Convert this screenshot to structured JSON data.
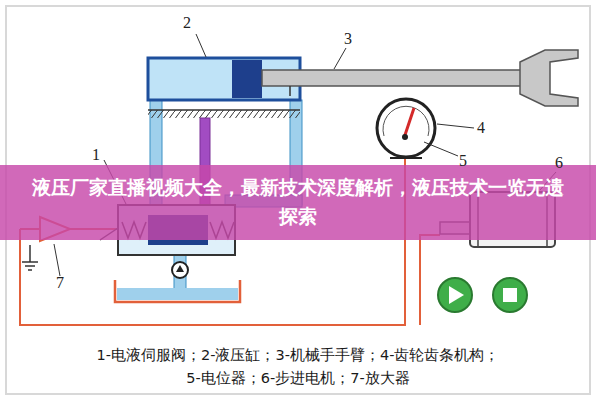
{
  "diagram": {
    "nodes": [
      {
        "text": [
          "液压厂家直播视频大全，最新技术深度解析，液压技术一览无遗探索"
        ]
      }
    ],
    "labels": [
      "1",
      "2",
      "3",
      "4",
      "5",
      "6",
      "7",
      "1-电液伺服阀；2-液压缸；3-机械手手臂；4-齿轮齿条机构；",
      "5-电位器；6-步进电机；7-放大器"
    ]
  }
}
